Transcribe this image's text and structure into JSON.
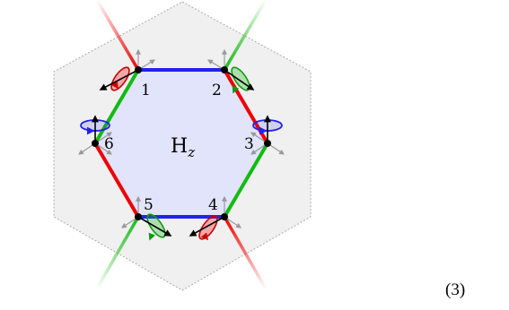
{
  "figure": {
    "center_label": {
      "main": "H",
      "subscript": "z"
    },
    "vertices": [
      {
        "id": 1,
        "label": "1"
      },
      {
        "id": 2,
        "label": "2"
      },
      {
        "id": 3,
        "label": "3"
      },
      {
        "id": 4,
        "label": "4"
      },
      {
        "id": 5,
        "label": "5"
      },
      {
        "id": 6,
        "label": "6"
      }
    ],
    "bond_colors": {
      "x": "#ee0000",
      "y": "#11bb11",
      "z": "#2222ee"
    },
    "plaquette_fill": "#e2e4fb",
    "outer_hexagon_fill": "#f0f0f0",
    "arrow_colors": {
      "spin": "#000000",
      "neighbor": "#999999"
    }
  },
  "equation_number": "(3)"
}
